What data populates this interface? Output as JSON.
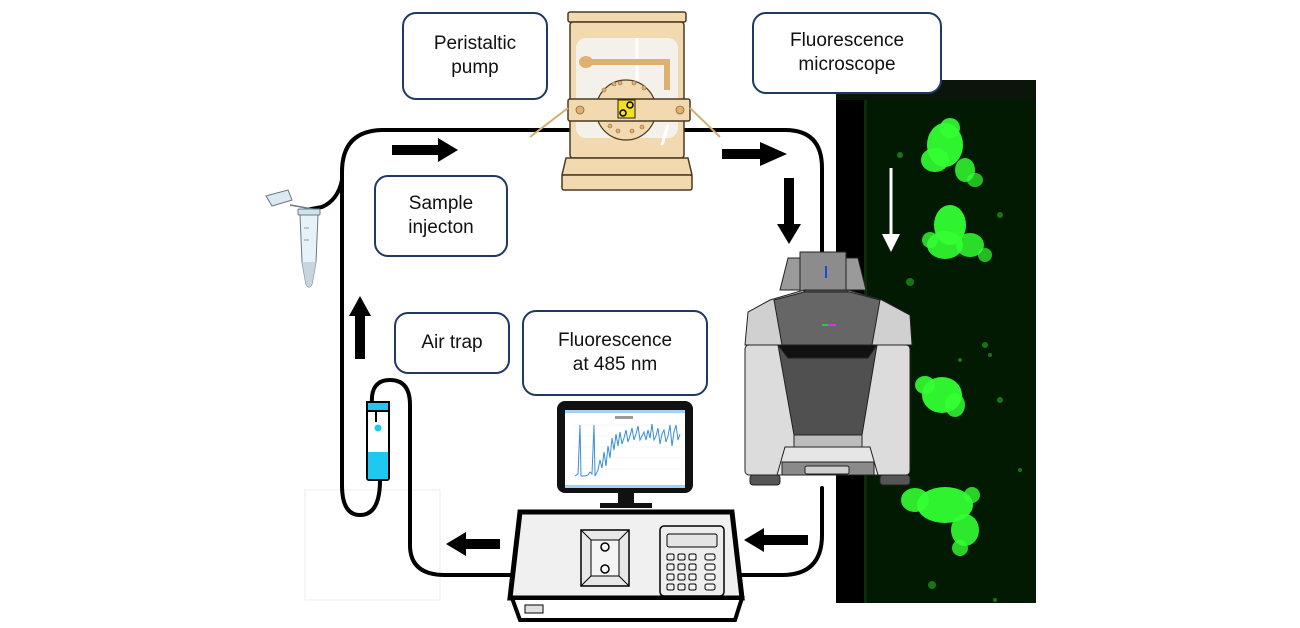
{
  "title": "Flow-through fluorescence detection setup",
  "labels": {
    "peristaltic_pump": [
      "Peristaltic",
      "pump"
    ],
    "fluorescence_microscope": [
      "Fluorescence",
      "microscope"
    ],
    "sample_injection": [
      "Sample",
      "injecton"
    ],
    "air_trap": [
      "Air trap"
    ],
    "fluorescence_485": [
      "Fluorescence",
      "at 485 nm"
    ]
  },
  "flow_arrows": [
    {
      "name": "flow-arrow-right-top-left",
      "direction": "right"
    },
    {
      "name": "flow-arrow-right-top-right",
      "direction": "right"
    },
    {
      "name": "flow-arrow-down-to-microscope",
      "direction": "down"
    },
    {
      "name": "flow-arrow-left-into-fluorometer",
      "direction": "left"
    },
    {
      "name": "flow-arrow-left-out-of-fluorometer",
      "direction": "left"
    },
    {
      "name": "flow-arrow-up-from-air-trap",
      "direction": "up"
    }
  ],
  "micrograph_flow_direction": "down",
  "colors": {
    "box_border": "#1f3864",
    "tubing": "#000000",
    "pump_body": "#f2d9b0",
    "pump_outline": "#7a5a2a",
    "pump_accent": "#e0b070",
    "air_trap_liquid": "#1ec8f0",
    "fluorescence_green": "#33ff33",
    "micrograph_bg": "#021a02",
    "monitor_trace": "#3a8ed8",
    "microscope_dark": "#4a4a4a",
    "microscope_mid": "#8c8c8c",
    "microscope_light": "#d9d9d9"
  }
}
